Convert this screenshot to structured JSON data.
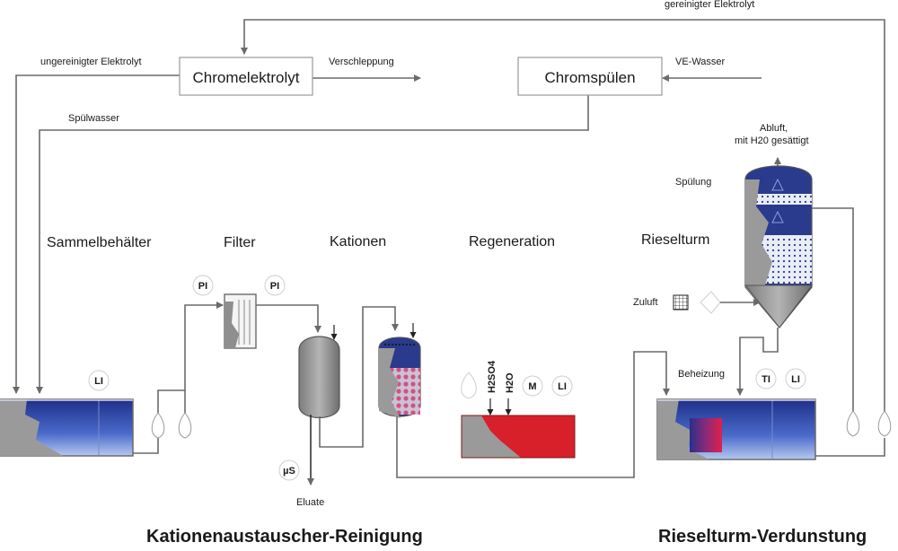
{
  "labels": {
    "gereinigter": "gereinigter Elektrolyt",
    "ungereinigter": "ungereinigter Elektrolyt",
    "chromelektrolyt": "Chromelektrolyt",
    "verschleppung": "Verschleppung",
    "chromspuelen": "Chromspülen",
    "ve_wasser": "VE-Wasser",
    "spuelwasser": "Spülwasser",
    "abluft_1": "Abluft,",
    "abluft_2": "mit H20 gesättigt",
    "spuelung": "Spülung",
    "sammelbehaelter": "Sammelbehälter",
    "filter": "Filter",
    "kationen": "Kationen",
    "regeneration": "Regeneration",
    "rieselturm": "Rieselturm",
    "zuluft": "Zuluft",
    "beheizung": "Beheizung",
    "eluate": "Eluate",
    "h2so4": "H2SO4",
    "h2o": "H2O"
  },
  "instruments": {
    "li_sammel": "LI",
    "pi_1": "PI",
    "pi_2": "PI",
    "us": "µS",
    "m": "M",
    "li_regen": "LI",
    "ti": "TI",
    "li_verd": "LI"
  },
  "titles": {
    "left": "Kationenaustauscher-Reinigung",
    "right": "Rieselturm-Verdunstung"
  },
  "colors": {
    "pipe": "#6a6a6a",
    "tank_gray": "#8e8e8e",
    "liquid_blue": "#2a3a8c",
    "regeneration_red": "#d8202a",
    "resin_pink": "#d86a8a"
  }
}
